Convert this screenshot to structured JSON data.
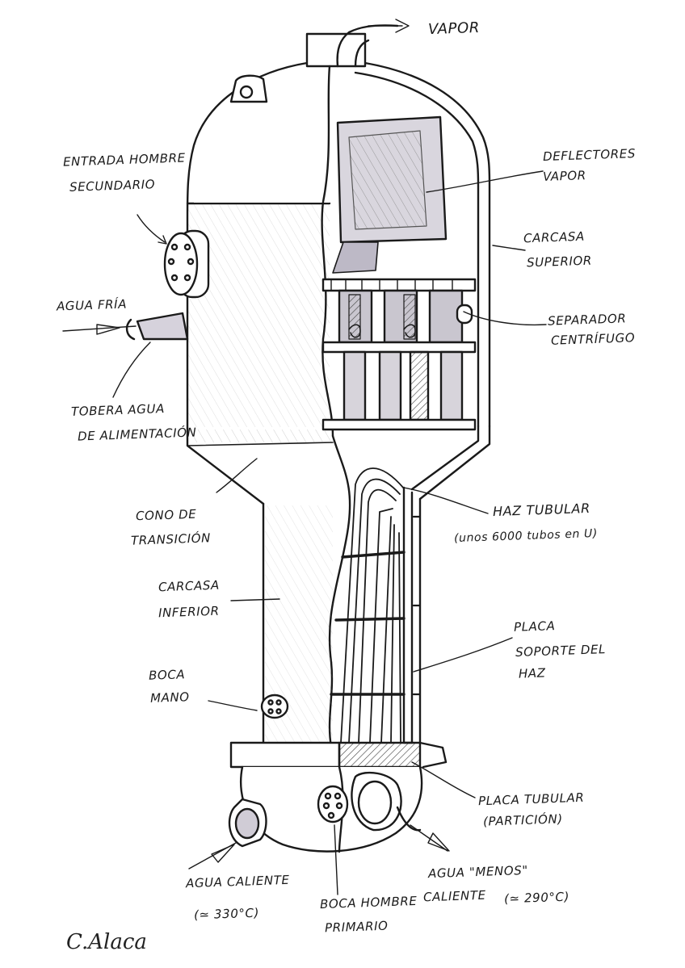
{
  "labels": {
    "vapor": "VAPOR",
    "entrada_hombre_1": "ENTRADA HOMBRE",
    "entrada_hombre_2": "SECUNDARIO",
    "agua_fria": "AGUA FRÍA",
    "tobera_1": "TOBERA AGUA",
    "tobera_2": "DE ALIMENTACIÓN",
    "cono_1": "CONO DE",
    "cono_2": "TRANSICIÓN",
    "carcasa_inferior_1": "CARCASA",
    "carcasa_inferior_2": "INFERIOR",
    "boca_mano_1": "BOCA",
    "boca_mano_2": "MANO",
    "agua_caliente_1": "AGUA CALIENTE",
    "agua_caliente_2": "(≃ 330°C)",
    "boca_hombre_1": "BOCA HOMBRE",
    "boca_hombre_2": "PRIMARIO",
    "agua_menos_1": "AGUA \"MENOS\"",
    "agua_menos_2": "CALIENTE",
    "agua_menos_3": "(≃ 290°C)",
    "deflectores_1": "DEFLECTORES",
    "deflectores_2": "VAPOR",
    "carcasa_superior_1": "CARCASA",
    "carcasa_superior_2": "SUPERIOR",
    "separador_1": "SEPARADOR",
    "separador_2": "CENTRÍFUGO",
    "haz_1": "HAZ TUBULAR",
    "haz_2": "(unos 6000 tubos en U)",
    "placa_soporte_1": "PLACA",
    "placa_soporte_2": "SOPORTE DEL",
    "placa_soporte_3": "HAZ",
    "placa_tubular_1": "PLACA TUBULAR",
    "placa_tubular_2": "(PARTICIÓN)",
    "signature": "C.Alaca"
  }
}
